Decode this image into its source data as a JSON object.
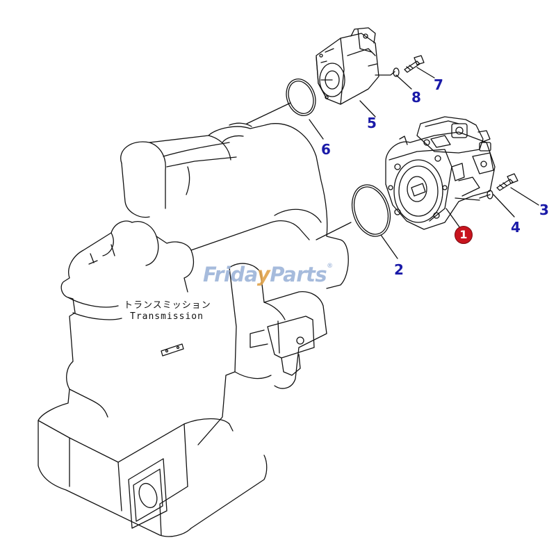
{
  "watermark": {
    "text_a": "Frida",
    "text_b": "y",
    "text_c": "Parts",
    "reg": "®"
  },
  "transmission": {
    "label_jp": "トランスミッション",
    "label_en": "Transmission"
  },
  "callouts": {
    "c1": "1",
    "c2": "2",
    "c3": "3",
    "c4": "4",
    "c5": "5",
    "c6": "6",
    "c7": "7",
    "c8": "8"
  },
  "colors": {
    "callout_text": "#1a1aa8",
    "main_callout_fill": "#c8141e",
    "watermark_blue": "#9db4d9",
    "watermark_accent": "#e0a24a",
    "line": "#111111"
  }
}
